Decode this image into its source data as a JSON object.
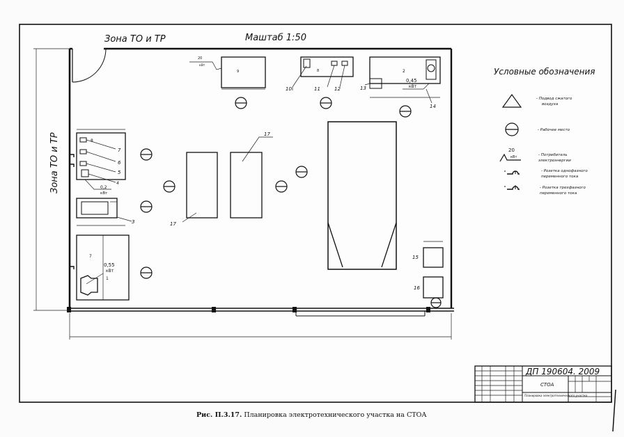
{
  "header": {
    "zone_label_top": "Зона ТО и ТР",
    "scale_label": "Маштаб 1:50",
    "zone_label_side": "Зона ТО и ТР"
  },
  "legend": {
    "title": "Условные обозначения",
    "items": [
      {
        "icon": "triangle-icon",
        "text_lines": [
          "- Подвод сжатого",
          "воздуха"
        ]
      },
      {
        "icon": "circle-theta-icon",
        "text_lines": [
          "- Рабочее место"
        ]
      },
      {
        "icon": "power-consumer-icon",
        "icon_label": "20",
        "icon_unit": "кВт",
        "text_lines": [
          "- Потребитель",
          "электроэнергии"
        ]
      },
      {
        "icon": "single-phase-socket-icon",
        "text_lines": [
          "- Розетка однофазного",
          "переменного тока"
        ]
      },
      {
        "icon": "three-phase-socket-icon",
        "text_lines": [
          "- Розетка трехфазного",
          "переменного тока"
        ]
      }
    ]
  },
  "plan_labels": {
    "item_1": "1",
    "item_2": "2",
    "item_3": "3",
    "item_4": "4",
    "item_5": "5",
    "item_6": "6",
    "item_7": "7",
    "item_7b": "7",
    "item_8": "8",
    "item_8b": "8",
    "item_9": "9",
    "item_10": "10",
    "item_11": "11",
    "item_12": "12",
    "item_13": "13",
    "item_14": "14",
    "item_15": "15",
    "item_16": "16",
    "item_17a": "17",
    "item_17b": "17",
    "power_top": "20",
    "power_top_unit": "кВт",
    "power_045": "0,45",
    "power_045_unit": "кВт",
    "power_02": "0,2",
    "power_02_unit": "кВт",
    "power_055": "0,55",
    "power_055_unit": "кВт"
  },
  "title_block": {
    "doc_number": "ДП 190604. 2009",
    "object_name": "СТОА",
    "sheet_title": "Планировка электротехнического участка"
  },
  "caption": {
    "bold": "Рис. П.3.17.",
    "text": " Планировка электротехнического участка на СТОА"
  }
}
